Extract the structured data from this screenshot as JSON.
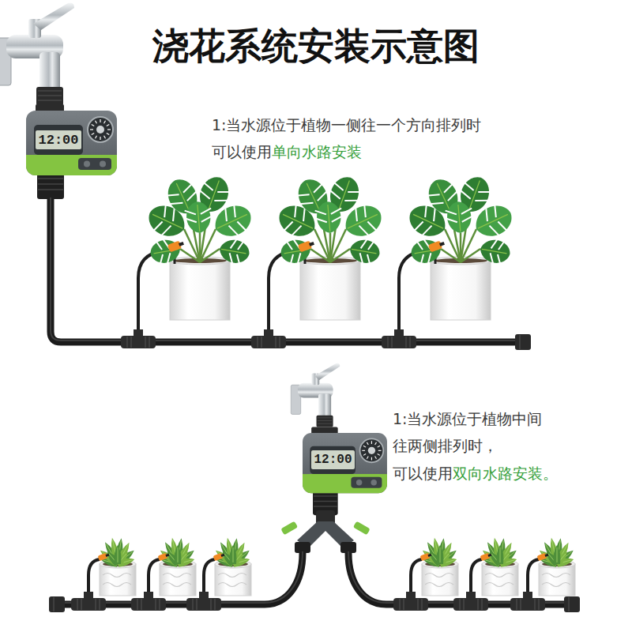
{
  "diagram": {
    "title": "浇花系统安装示意图",
    "nodes": [
      {
        "text": [
          "12:00"
        ]
      },
      {
        "text": [
          "12:00"
        ]
      }
    ],
    "labels": [
      "1:当水源位于植物一侧往一个方向排列时",
      "可以使用",
      "单向水路安装",
      "1:当水源位于植物中间",
      "往两侧排列时，",
      "可以使用",
      "双向水路安装。"
    ]
  }
}
